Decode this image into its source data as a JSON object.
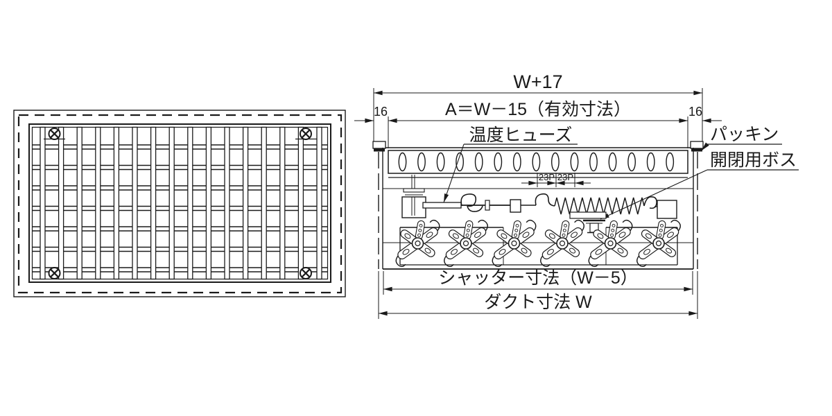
{
  "colors": {
    "background": "#ffffff",
    "line": "#1a1a1a"
  },
  "section": {
    "dim_overall": "W+17",
    "dim_effective": "A＝W－15（有効寸法）",
    "dim_flange_left": "16",
    "dim_flange_right": "16",
    "label_fuse": "温度ヒューズ",
    "label_packing": "パッキン",
    "label_boss": "開閉用ボス",
    "dim_pitch_a": "23P",
    "dim_pitch_b": "23P",
    "dim_shutter": "シャッター寸法（W－5）",
    "dim_duct": "ダクト寸法 W"
  }
}
